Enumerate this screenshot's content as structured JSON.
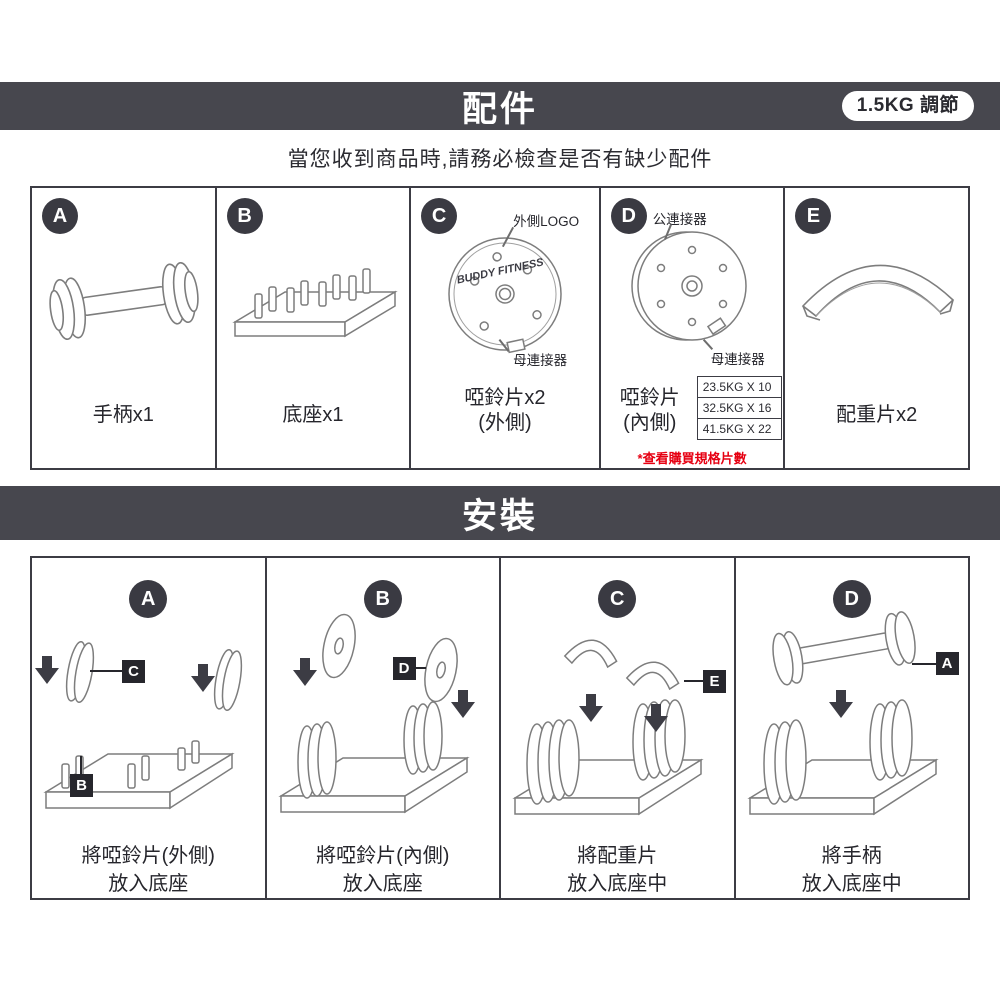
{
  "colors": {
    "band": "#47474e",
    "badge": "#3a3a42",
    "tag": "#26262c",
    "border": "#3c3c44",
    "note_red": "#e60012"
  },
  "header": {
    "title": "配件",
    "pill": "1.5KG 調節",
    "subtitle": "當您收到商品時,請務必檢查是否有缺少配件"
  },
  "accessories": {
    "items": [
      {
        "letter": "A",
        "caption": "手柄x1"
      },
      {
        "letter": "B",
        "caption": "底座x1"
      },
      {
        "letter": "C",
        "caption_line1": "啞鈴片x2",
        "caption_line2": "(外側)",
        "label_logo": "外側LOGO",
        "label_connector": "母連接器",
        "disc_brand": "BUDDY FITNESS"
      },
      {
        "letter": "D",
        "caption_line1": "啞鈴片",
        "caption_line2": "(內側)",
        "label_top": "公連接器",
        "label_bottom": "母連接器",
        "spec_table": [
          "23.5KG X 10",
          "32.5KG X 16",
          "41.5KG X 22"
        ],
        "note": "*查看購買規格片數"
      },
      {
        "letter": "E",
        "caption": "配重片x2"
      }
    ]
  },
  "install": {
    "title": "安裝",
    "steps": [
      {
        "letter": "A",
        "caption_line1": "將啞鈴片(外側)",
        "caption_line2": "放入底座",
        "tags": [
          "C",
          "B"
        ]
      },
      {
        "letter": "B",
        "caption_line1": "將啞鈴片(內側)",
        "caption_line2": "放入底座",
        "tags": [
          "D"
        ]
      },
      {
        "letter": "C",
        "caption_line1": "將配重片",
        "caption_line2": "放入底座中",
        "tags": [
          "E"
        ]
      },
      {
        "letter": "D",
        "caption_line1": "將手柄",
        "caption_line2": "放入底座中",
        "tags": [
          "A"
        ]
      }
    ]
  }
}
